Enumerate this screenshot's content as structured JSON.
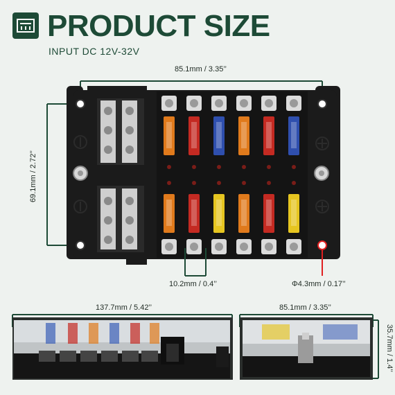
{
  "header": {
    "title": "PRODUCT SIZE",
    "subtitle": "INPUT DC 12V-32V",
    "logo_icon": "fuse-box-icon"
  },
  "dimensions": {
    "top_width": "85.1mm / 3.35’’",
    "left_height": "69.1mm / 2.72’’",
    "terminal_spacing": "10.2mm / 0.4’’",
    "hole_diameter": "Φ4.3mm / 0.17’’",
    "side_length": "137.7mm / 5.42’’",
    "end_width": "85.1mm / 3.35’’",
    "end_height": "35.7mm / 1.4’’"
  },
  "colors": {
    "brand_green": "#1d4a36",
    "box_black": "#1b1b1b",
    "fuse_orange": "#e07a1c",
    "fuse_red": "#c42a22",
    "fuse_blue": "#2f4fae",
    "fuse_yellow": "#e6c520",
    "indicator_red": "#e02020"
  },
  "fuses": {
    "top_row": [
      "orange",
      "red",
      "blue",
      "orange",
      "red",
      "blue"
    ],
    "bottom_row": [
      "orange",
      "red",
      "yellow",
      "orange",
      "red",
      "yellow"
    ]
  }
}
